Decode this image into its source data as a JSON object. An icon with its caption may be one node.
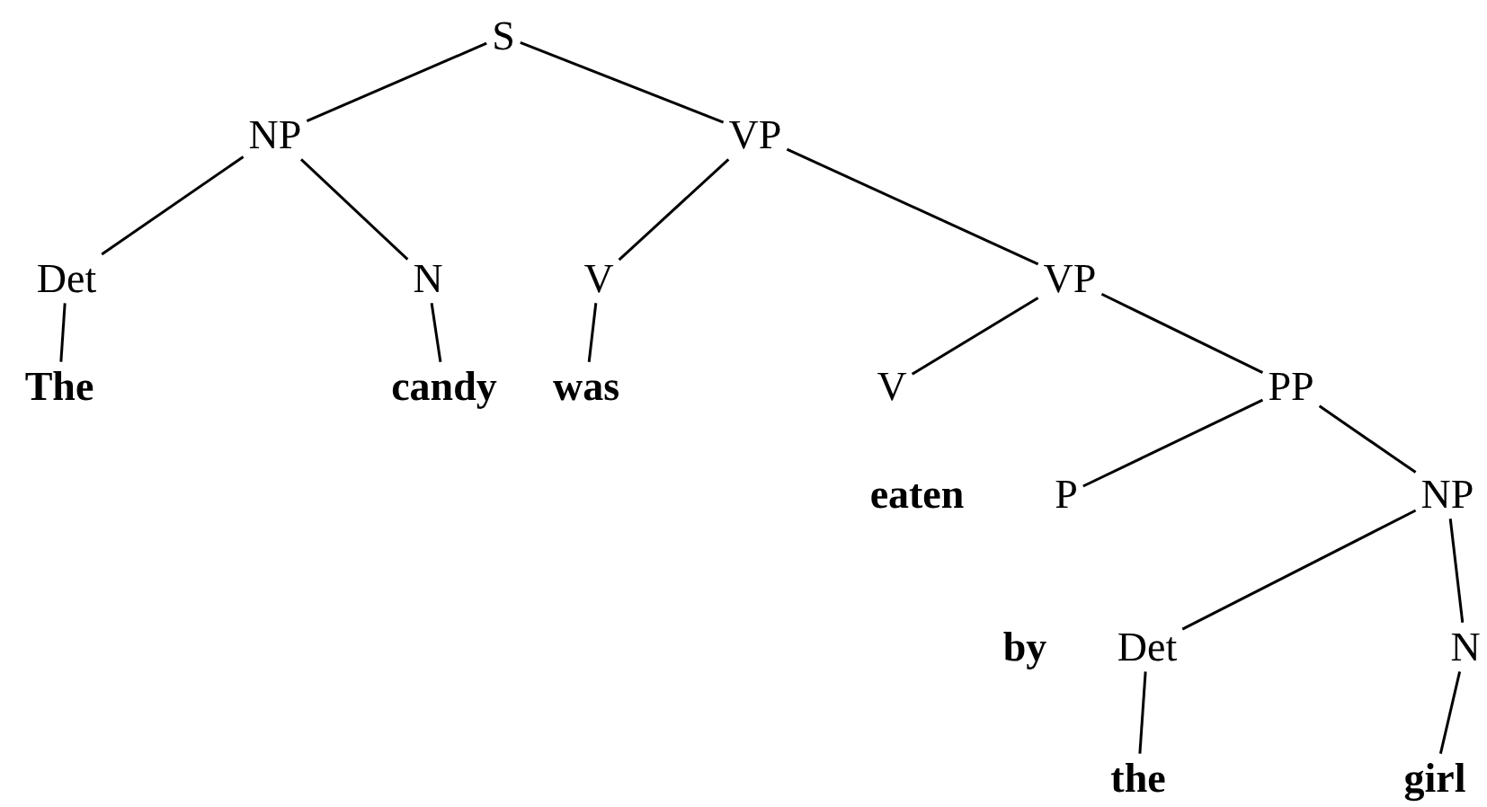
{
  "diagram": {
    "nodes": [
      {
        "text": [
          "S"
        ]
      },
      {
        "text": [
          "NP"
        ]
      },
      {
        "text": [
          "VP"
        ]
      },
      {
        "text": [
          "Det"
        ]
      },
      {
        "text": [
          "N"
        ]
      },
      {
        "text": [
          "V"
        ]
      },
      {
        "text": [
          "VP"
        ]
      },
      {
        "text": [
          "The"
        ]
      },
      {
        "text": [
          "candy"
        ]
      },
      {
        "text": [
          "was"
        ]
      },
      {
        "text": [
          "V"
        ]
      },
      {
        "text": [
          "PP"
        ]
      },
      {
        "text": [
          "eaten"
        ]
      },
      {
        "text": [
          "P"
        ]
      },
      {
        "text": [
          "NP"
        ]
      },
      {
        "text": [
          "by"
        ]
      },
      {
        "text": [
          "Det"
        ]
      },
      {
        "text": [
          "N"
        ]
      },
      {
        "text": [
          "the"
        ]
      },
      {
        "text": [
          "girl"
        ]
      }
    ],
    "edges": [
      {
        "from": 0,
        "to": 1,
        "arrow": "none"
      },
      {
        "from": 0,
        "to": 2,
        "arrow": "none"
      },
      {
        "from": 1,
        "to": 3,
        "arrow": "none"
      },
      {
        "from": 1,
        "to": 4,
        "arrow": "none"
      },
      {
        "from": 2,
        "to": 5,
        "arrow": "none"
      },
      {
        "from": 2,
        "to": 6,
        "arrow": "none"
      },
      {
        "from": 3,
        "to": 7,
        "arrow": "none"
      },
      {
        "from": 4,
        "to": 8,
        "arrow": "none"
      },
      {
        "from": 5,
        "to": 9,
        "arrow": "none"
      },
      {
        "from": 6,
        "to": 10,
        "arrow": "none"
      },
      {
        "from": 6,
        "to": 11,
        "arrow": "none"
      },
      {
        "from": 11,
        "to": 13,
        "arrow": "none"
      },
      {
        "from": 11,
        "to": 14,
        "arrow": "none"
      },
      {
        "from": 14,
        "to": 16,
        "arrow": "none"
      },
      {
        "from": 14,
        "to": 17,
        "arrow": "none"
      },
      {
        "from": 16,
        "to": 18,
        "arrow": "none"
      },
      {
        "from": 17,
        "to": 19,
        "arrow": "none"
      }
    ]
  }
}
